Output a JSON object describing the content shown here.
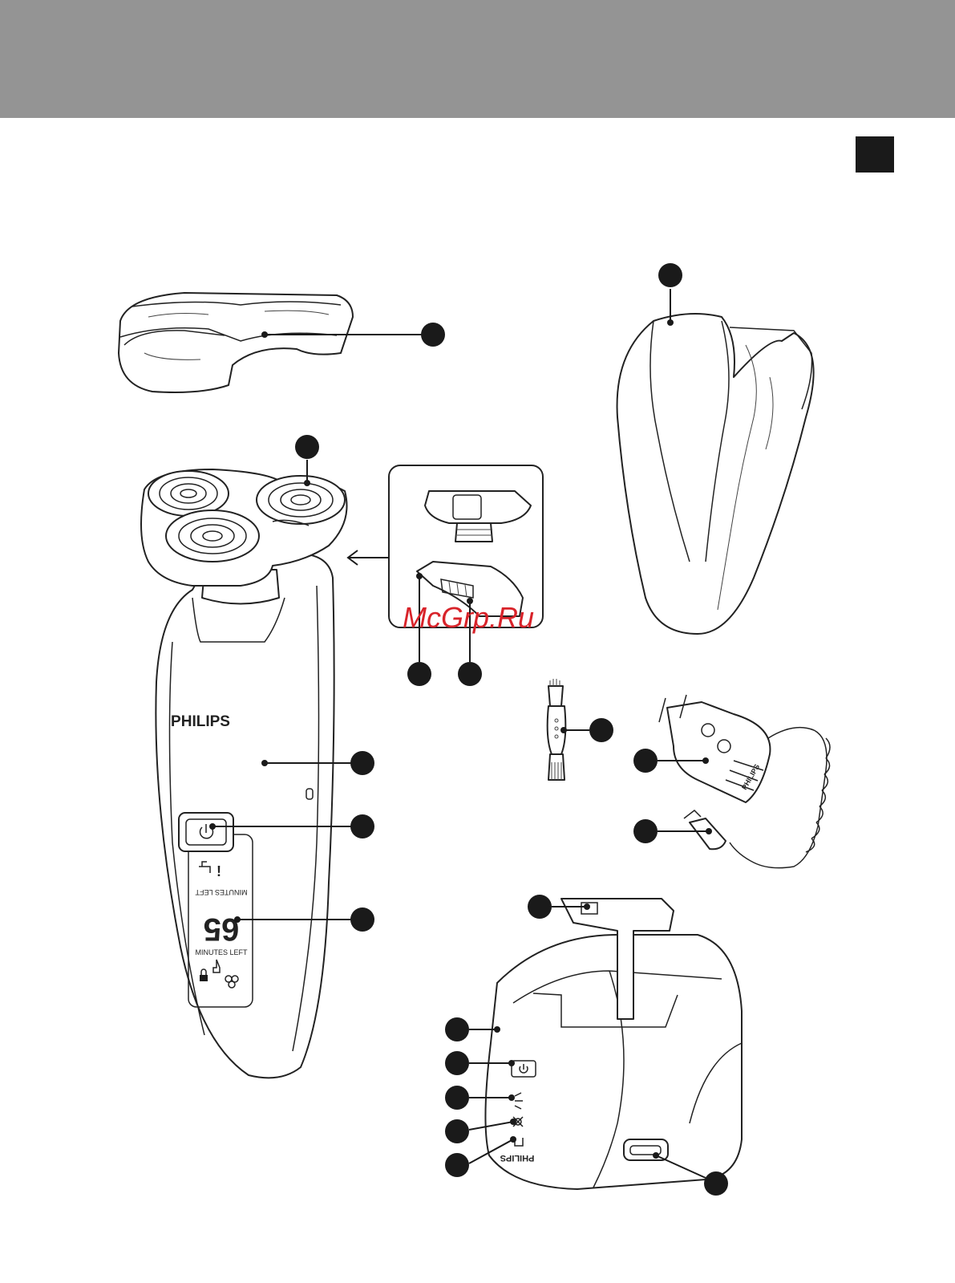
{
  "header": {
    "band_color": "#949494"
  },
  "language_tab": {
    "color": "#1a1a1a"
  },
  "shaver": {
    "brand": "PHILIPS",
    "lcd_minutes_top": "MINUTES LEFT",
    "lcd_minutes_bottom": "MINUTES LEFT",
    "lcd_digits": "65"
  },
  "cleaning_unit": {
    "brand": "PHILIPS"
  },
  "adapter": {
    "brand": "PHILIPS"
  },
  "watermark": {
    "text": "McGrp.Ru",
    "color": "#d8232a"
  },
  "icons": [
    "power-icon",
    "faucet-icon",
    "lock-icon",
    "plug-icon",
    "shaving-heads-icon",
    "drying-fan-icon",
    "cleaning-icon",
    "cartridge-icon"
  ]
}
